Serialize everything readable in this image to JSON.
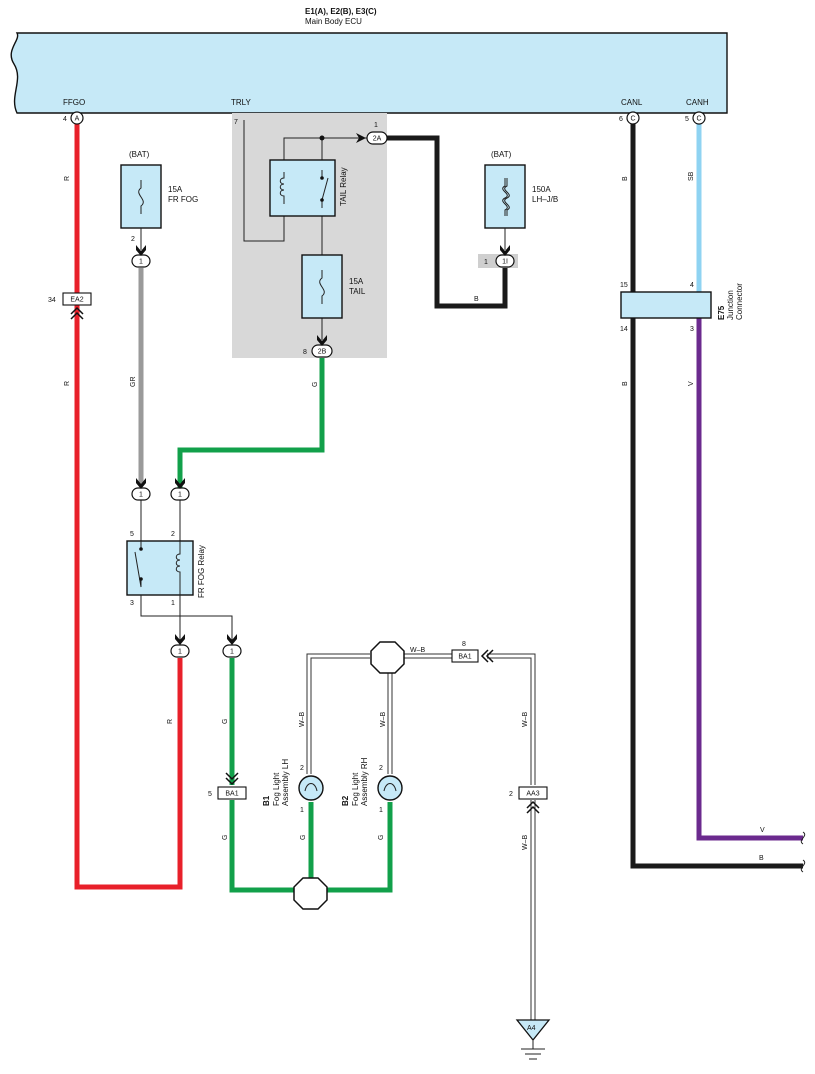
{
  "ecu": {
    "connectors": "E1(A), E2(B), E3(C)",
    "name": "Main Body ECU",
    "terminals": {
      "ffgo": {
        "label": "FFGO",
        "pin": "4",
        "conn": "A"
      },
      "trly": {
        "label": "TRLY",
        "pin": "7"
      },
      "canl": {
        "label": "CANL",
        "pin": "6",
        "conn": "C"
      },
      "canh": {
        "label": "CANH",
        "pin": "5",
        "conn": "C"
      }
    }
  },
  "fuses": {
    "fr_fog": {
      "source": "(BAT)",
      "rating": "15A",
      "name": "FR FOG",
      "pin": "2",
      "conn": "1"
    },
    "tail": {
      "rating": "15A",
      "name": "TAIL"
    },
    "lhjb": {
      "source": "(BAT)",
      "rating": "150A",
      "name": "LH–J/B",
      "pin": "1",
      "conn": "1I"
    }
  },
  "relays": {
    "tail": {
      "name": "TAIL Relay",
      "pin_in": "1",
      "conn_in": "2A",
      "pin_out": "8",
      "conn_out": "2B"
    },
    "fr_fog": {
      "name": "FR FOG Relay",
      "pin5": "5",
      "pin2": "2",
      "pin3": "3",
      "pin1": "1"
    }
  },
  "connectors": {
    "ea2": {
      "name": "EA2",
      "pin": "34"
    },
    "ba1_top": {
      "name": "BA1",
      "pin": "8"
    },
    "ba1_left": {
      "name": "BA1",
      "pin": "5"
    },
    "aa3": {
      "name": "AA3",
      "pin": "2"
    },
    "one": "1"
  },
  "junction": {
    "id": "E75",
    "name_line1": "Junction",
    "name_line2": "Connector",
    "pin15": "15",
    "pin4": "4",
    "pin14": "14",
    "pin3": "3"
  },
  "lamps": {
    "lh": {
      "id": "B1",
      "line1": "Fog Light",
      "line2": "Assembly LH",
      "pin_top": "2",
      "pin_bot": "1"
    },
    "rh": {
      "id": "B2",
      "line1": "Fog Light",
      "line2": "Assembly RH",
      "pin_top": "2",
      "pin_bot": "1"
    }
  },
  "ground": {
    "name": "A4"
  },
  "wire_labels": {
    "R": "R",
    "GR": "GR",
    "G": "G",
    "B": "B",
    "SB": "SB",
    "V": "V",
    "WB": "W–B"
  },
  "colors": {
    "red": "#e8202a",
    "gray": "#9a9a9a",
    "green": "#12a04a",
    "black": "#1a1a1a",
    "sky": "#8fd3f2",
    "violet": "#6b2a8e",
    "component": "#c6e9f7",
    "relay_box": "#d8d8d8"
  }
}
